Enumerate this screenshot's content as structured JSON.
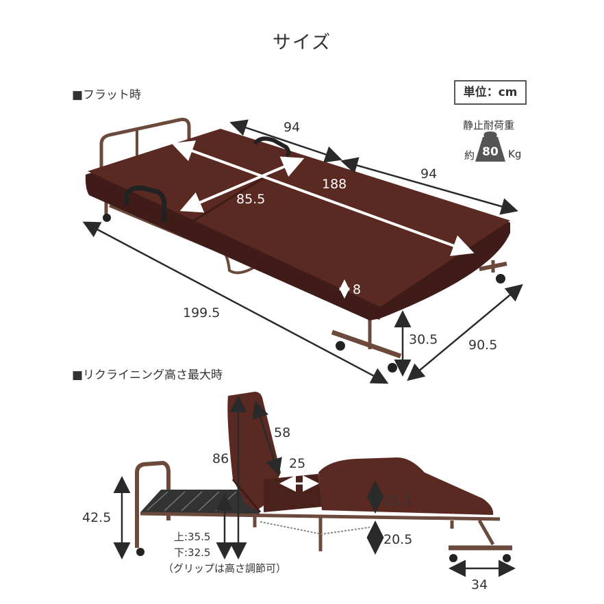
{
  "title": "サイズ",
  "unit_label": "単位：cm",
  "load": {
    "label": "静止耐荷重",
    "prefix": "約",
    "value": "80",
    "suffix": "Kg"
  },
  "flat": {
    "heading": "■フラット時",
    "dims": {
      "mattress_width_1": "94",
      "mattress_width_2": "94",
      "mattress_length": "188",
      "mattress_width": "85.5",
      "thickness": "8",
      "total_length": "199.5",
      "height": "30.5",
      "total_width": "90.5"
    }
  },
  "recline": {
    "heading": "■リクライニング高さ最大時",
    "dims": {
      "back_height": "86",
      "back_length": "58",
      "seat_depth": "25",
      "grip_height": "42.5",
      "leg_section": "21.5",
      "seat_height": "20.5",
      "grip_upper": "上:35.5",
      "grip_lower": "下:32.5",
      "grip_note": "（グリップは高さ調節可）",
      "foot_width": "34"
    }
  },
  "colors": {
    "mattress": "#5a2a22",
    "mattress_dark": "#3f1c17",
    "frame": "#6b4a3c",
    "arrow": "#2a2a2a",
    "text": "#333333"
  }
}
